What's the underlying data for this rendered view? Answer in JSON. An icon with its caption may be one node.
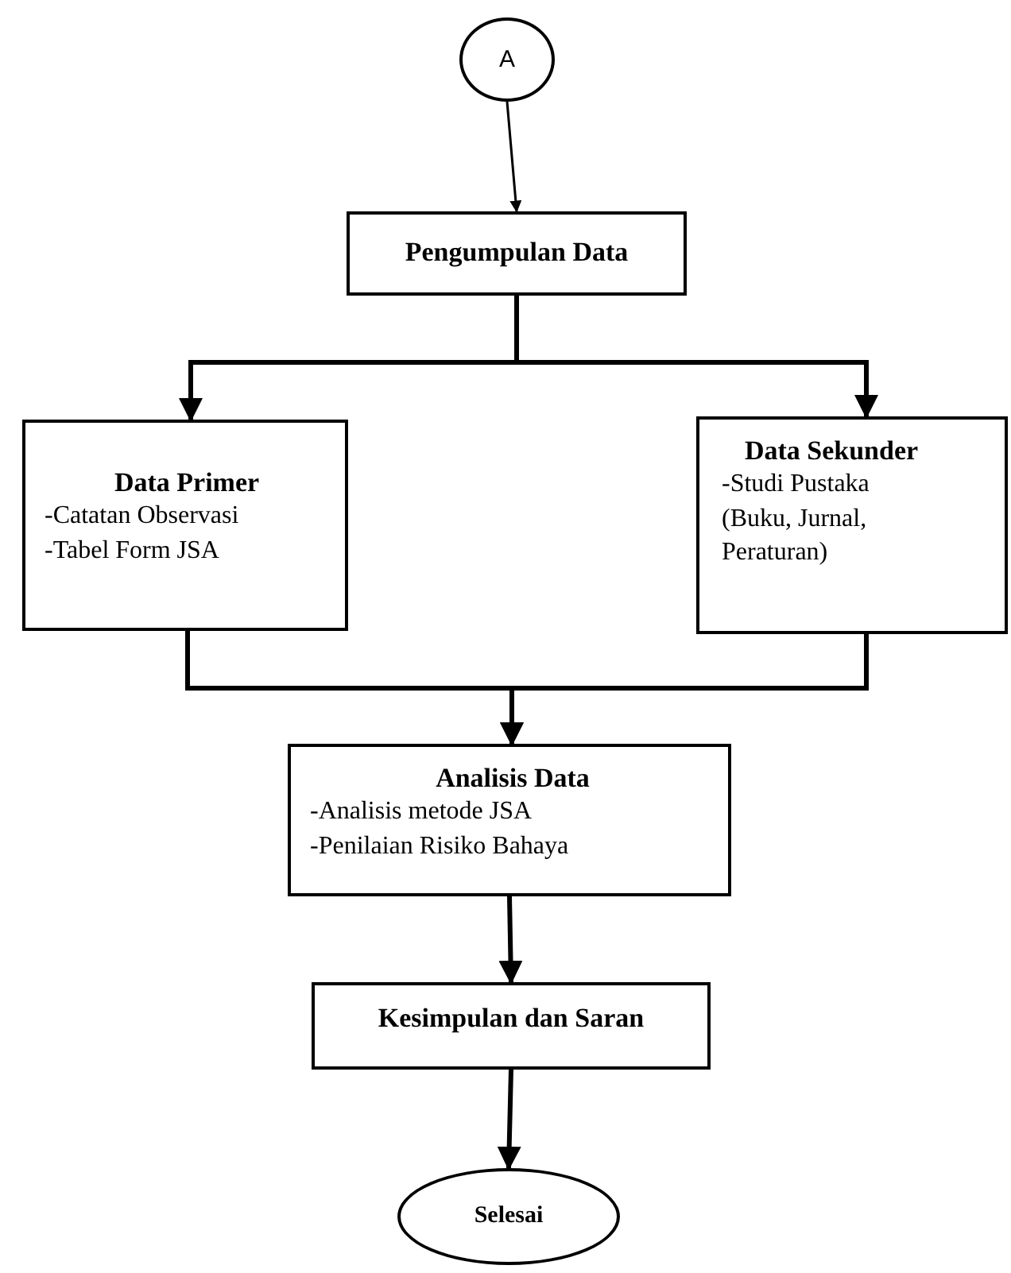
{
  "diagram": {
    "nodes": [
      {
        "text": [
          "A"
        ]
      },
      {
        "text": [
          "Pengumpulan Data"
        ]
      },
      {
        "text": [
          "Data Primer",
          "-Catatan Observasi",
          "-Tabel Form JSA"
        ]
      },
      {
        "text": [
          "Data Sekunder",
          "-Studi Pustaka (Buku, Jurnal, Peraturan)"
        ]
      },
      {
        "text": [
          "Analisis Data",
          "-Analisis metode JSA",
          "-Penilaian Risiko Bahaya"
        ]
      },
      {
        "text": [
          "Kesimpulan dan Saran"
        ]
      },
      {
        "text": [
          "Selesai"
        ]
      }
    ],
    "edges": [
      {
        "from": 0,
        "to": 1,
        "arrow": "to"
      },
      {
        "from": 1,
        "to": 2,
        "arrow": "to"
      },
      {
        "from": 1,
        "to": 3,
        "arrow": "to"
      },
      {
        "from": 2,
        "to": 4,
        "arrow": "to"
      },
      {
        "from": 3,
        "to": 4,
        "arrow": "to"
      },
      {
        "from": 4,
        "to": 5,
        "arrow": "to"
      },
      {
        "from": 5,
        "to": 6,
        "arrow": "to"
      }
    ]
  }
}
